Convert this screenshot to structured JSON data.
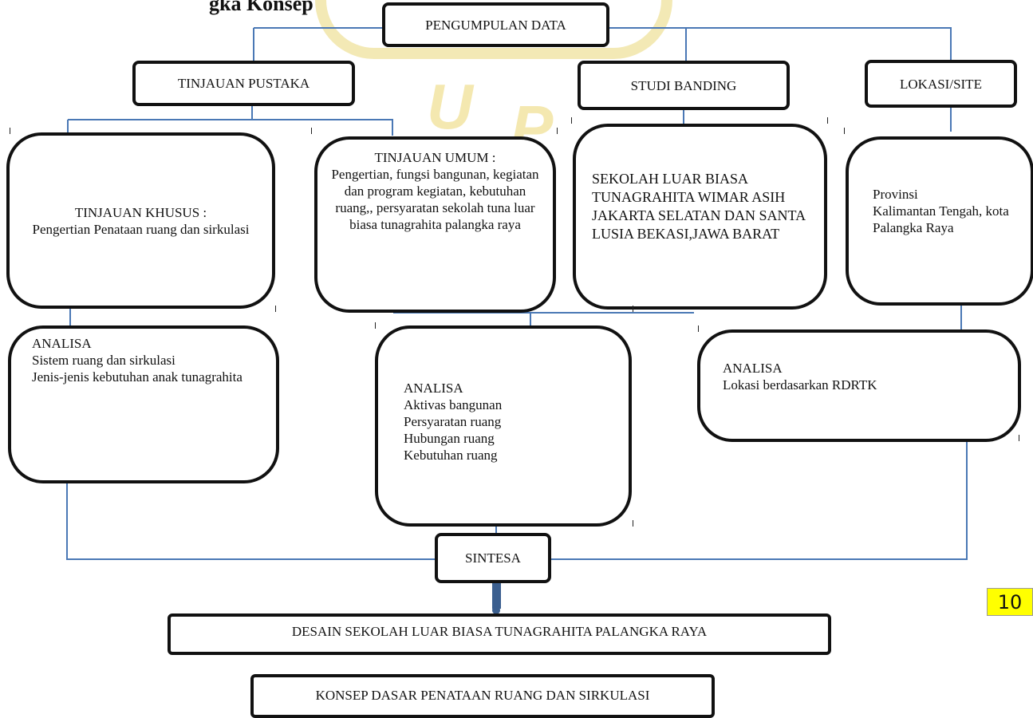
{
  "header": {
    "title": "gka Konsep"
  },
  "watermark": {
    "letters": [
      "U",
      "P"
    ]
  },
  "nodes": {
    "pengumpulan": "PENGUMPULAN DATA",
    "tinjauan_pustaka": "TINJAUAN PUSTAKA",
    "studi_banding": "STUDI BANDING",
    "lokasi": "LOKASI/SITE",
    "tinjauan_khusus": "TINJAUAN KHUSUS :\nPengertian Penataan ruang dan sirkulasi",
    "tinjauan_umum": "TINJAUAN UMUM :\nPengertian, fungsi bangunan, kegiatan dan program kegiatan, kebutuhan ruang,, persyaratan sekolah tuna luar biasa tunagrahita palangka raya",
    "sekolah": "SEKOLAH LUAR BIASA TUNAGRAHITA WIMAR ASIH JAKARTA SELATAN DAN SANTA LUSIA BEKASI,JAWA BARAT",
    "provinsi": "Provinsi\nKalimantan Tengah, kota Palangka Raya",
    "analisa_1": "ANALISA\nSistem ruang dan sirkulasi\nJenis-jenis kebutuhan anak tunagrahita",
    "analisa_2": "ANALISA\nAktivas bangunan\nPersyaratan ruang\nHubungan ruang\nKebutuhan ruang",
    "analisa_3": "ANALISA\nLokasi berdasarkan RDRTK",
    "sintesa": "SINTESA",
    "desain": "DESAIN SEKOLAH LUAR BIASA TUNAGRAHITA PALANGKA RAYA",
    "konsep": "KONSEP DASAR PENATAAN RUANG DAN SIRKULASI"
  },
  "page_number": "10",
  "colors": {
    "connector": "#4a78b5",
    "arrow": "#3b5f8f",
    "highlight": "#ffff00",
    "watermark": "#f0e3a0"
  }
}
